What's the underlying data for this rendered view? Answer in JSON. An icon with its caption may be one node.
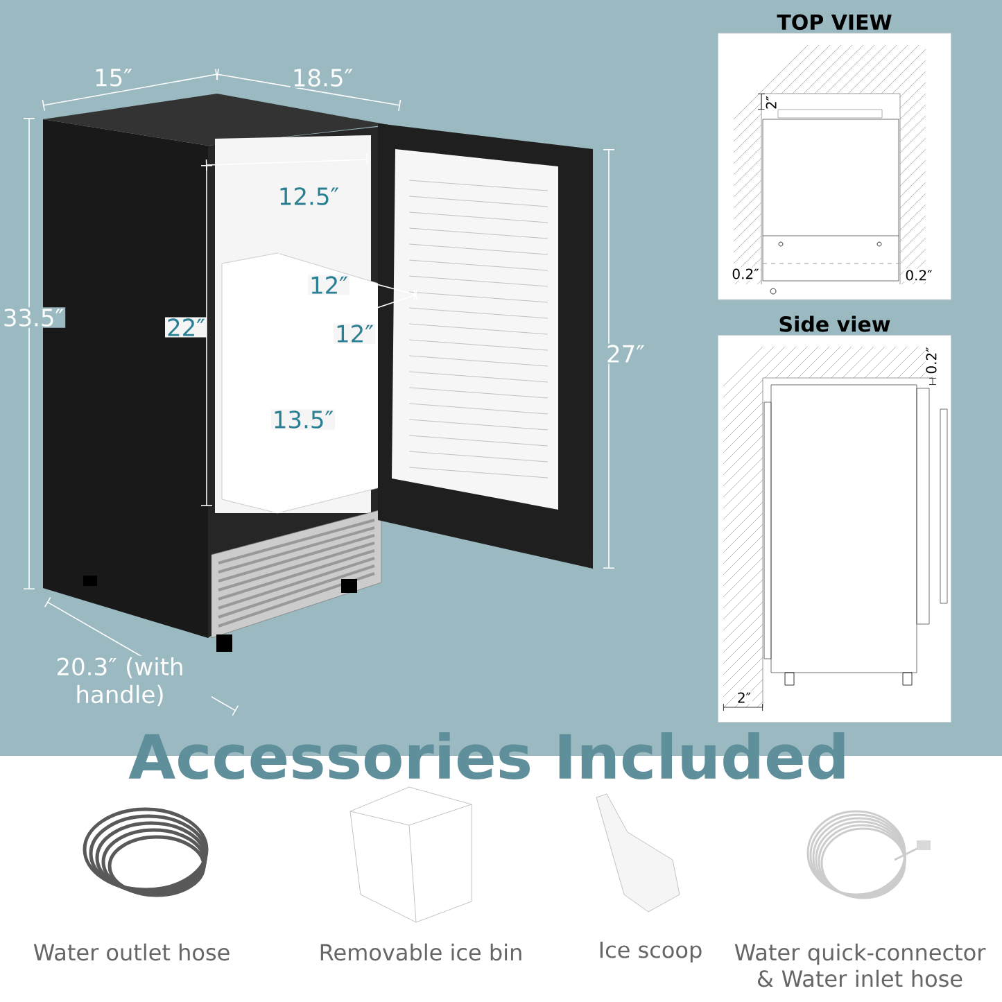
{
  "diagram": {
    "title": "Accessories Included",
    "nodes": [
      {
        "text": [
          "TOP VIEW"
        ]
      },
      {
        "text": [
          "Side view"
        ]
      },
      {
        "text": [
          "Water outlet hose"
        ]
      },
      {
        "text": [
          "Removable ice bin"
        ]
      },
      {
        "text": [
          "Ice scoop"
        ]
      },
      {
        "text": [
          "Water quick-connector & Water inlet hose"
        ]
      }
    ],
    "labels": [
      "15″",
      "18.5″",
      "33.5″",
      "12.5″",
      "12″",
      "22″",
      "12″",
      "27″",
      "13.5″",
      "20.3″ (with handle)",
      "2″",
      "0.2″",
      "0.2″",
      "0.2″",
      "2″"
    ]
  }
}
